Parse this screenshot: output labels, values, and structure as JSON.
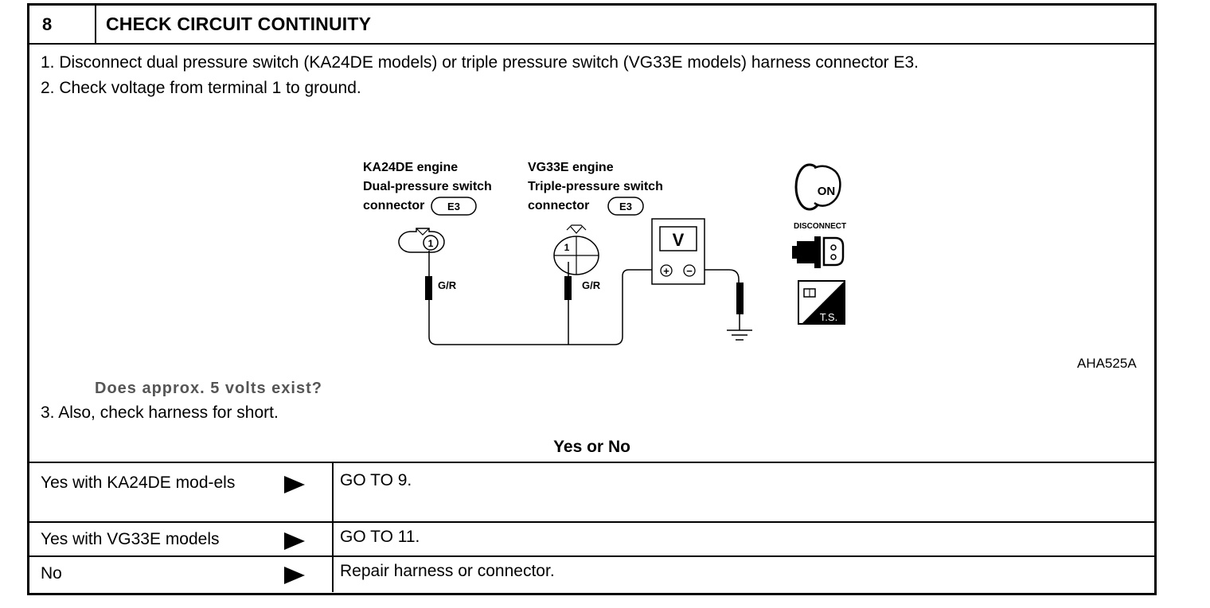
{
  "step": {
    "number": "8",
    "title": "CHECK CIRCUIT CONTINUITY"
  },
  "instructions": [
    "1.  Disconnect dual pressure switch (KA24DE models) or triple pressure switch (VG33E models) harness connector E3.",
    "2.  Check voltage from terminal 1 to ground."
  ],
  "diagram": {
    "left_connector": {
      "line1": "KA24DE engine",
      "line2": "Dual-pressure switch",
      "line3": "connector",
      "badge": "E3",
      "terminal": "1",
      "wire": "G/R"
    },
    "right_connector": {
      "line1": "VG33E engine",
      "line2": "Triple-pressure switch",
      "line3": "connector",
      "badge": "E3",
      "terminal": "1",
      "wire": "G/R"
    },
    "meter": {
      "label": "V",
      "plus": "+",
      "minus": "−"
    },
    "icons": {
      "ignition": "ON",
      "disconnect": "DISCONNECT",
      "tester": "T.S."
    },
    "figure_id": "AHA525A"
  },
  "question": "Does approx. 5 volts exist?",
  "step3": "3.  Also, check harness for short.",
  "yes_or_no": "Yes or No",
  "results": [
    {
      "condition": "Yes with KA24DE mod-els",
      "action": "GO TO 9."
    },
    {
      "condition": "Yes with VG33E models",
      "action": "GO TO 11."
    },
    {
      "condition": "No",
      "action": "Repair harness or connector."
    }
  ]
}
